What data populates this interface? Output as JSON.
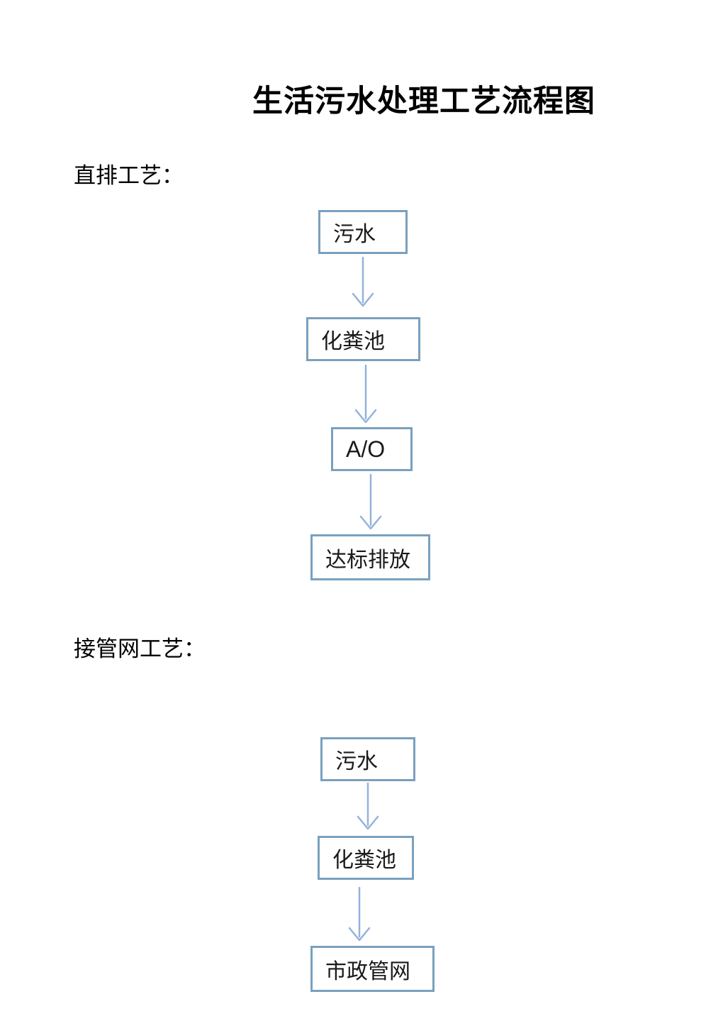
{
  "page": {
    "title": "生活污水处理工艺流程图"
  },
  "sections": [
    {
      "label": "直排工艺：",
      "nodes": [
        {
          "label": "污水"
        },
        {
          "label": "化粪池"
        },
        {
          "label": "A/O"
        },
        {
          "label": "达标排放"
        }
      ]
    },
    {
      "label": "接管网工艺：",
      "nodes": [
        {
          "label": "污水"
        },
        {
          "label": "化粪池"
        },
        {
          "label": "市政管网"
        }
      ]
    }
  ],
  "colors": {
    "background": "#ffffff",
    "text": "#1a1a1a",
    "box_border": "#7aa0be",
    "arrow": "#93b3dc"
  }
}
